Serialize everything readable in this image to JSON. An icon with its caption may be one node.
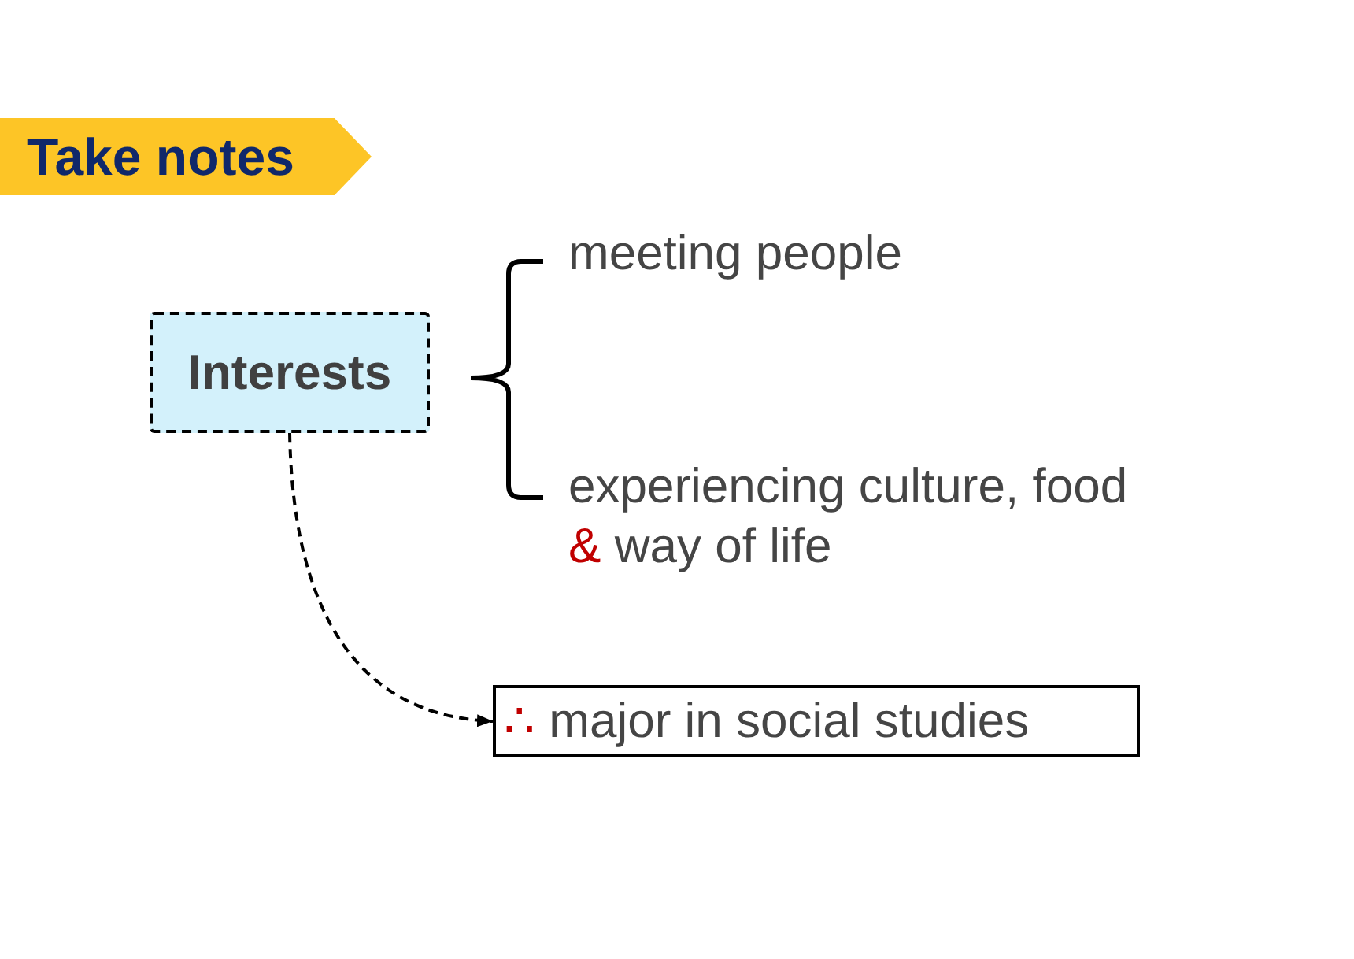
{
  "diagram": {
    "title": "Take notes",
    "nodes": [
      {
        "text": [
          "Interests"
        ]
      },
      {
        "text": [
          "∴ major in social studies"
        ]
      }
    ],
    "edges": [
      {
        "from": 0,
        "to": 1,
        "arrow": "to",
        "style": "dashed"
      }
    ],
    "labels": [
      "meeting people",
      "experiencing culture, food & way of life"
    ]
  }
}
